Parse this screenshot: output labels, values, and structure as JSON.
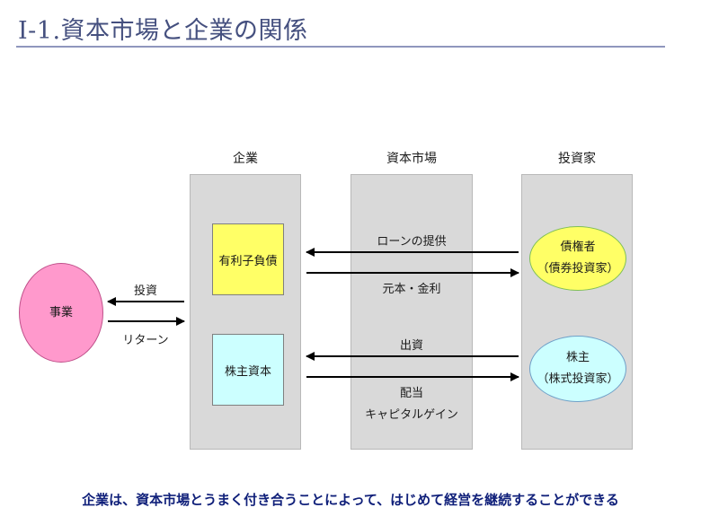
{
  "slide": {
    "title": "I-1.資本市場と企業の関係",
    "conclusion": "企業は、資本市場とうまく付き合うことによって、はじめて経営を継続することができる"
  },
  "columns": {
    "company": "企業",
    "market": "資本市場",
    "investor": "投資家"
  },
  "business": {
    "label": "事業",
    "invest_label": "投資",
    "return_label": "リターン"
  },
  "company_boxes": {
    "debt": "有利子負債",
    "equity": "株主資本"
  },
  "investors": {
    "creditor_name": "債権者",
    "creditor_sub": "（債券投資家）",
    "shareholder_name": "株主",
    "shareholder_sub": "（株式投資家）"
  },
  "flows": {
    "loan": "ローンの提供",
    "principal_interest": "元本・金利",
    "capital": "出資",
    "dividend": "配当",
    "capital_gain": "キャピタルゲイン"
  },
  "colors": {
    "title": "#45507f",
    "panel": "#d9d9d9",
    "debt_box": "#ffff66",
    "equity_box": "#ccffff",
    "business_ellipse": "#ff99cc",
    "creditor_ellipse": "#ffff66",
    "shareholder_ellipse": "#ccffff",
    "conclusion": "#10207a"
  }
}
